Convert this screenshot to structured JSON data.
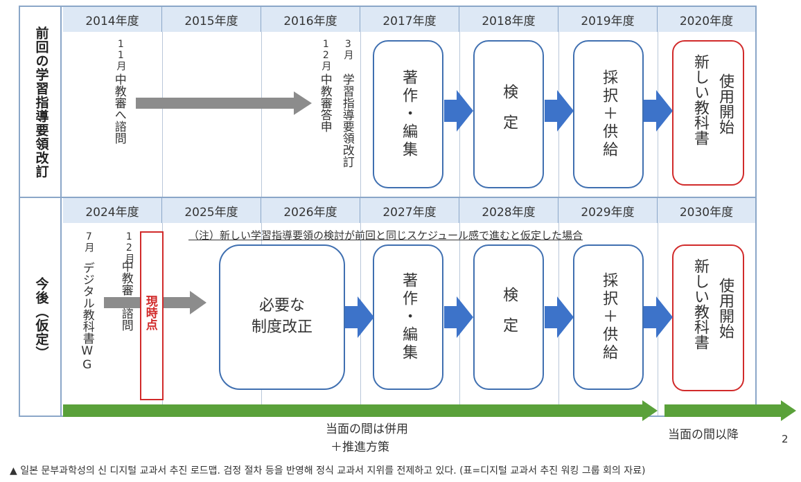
{
  "years_top": [
    "2014年度",
    "2015年度",
    "2016年度",
    "2017年度",
    "2018年度",
    "2019年度",
    "2020年度"
  ],
  "years_bottom": [
    "2024年度",
    "2025年度",
    "2026年度",
    "2027年度",
    "2028年度",
    "2029年度",
    "2030年度"
  ],
  "row_top": {
    "label": "前回の学習指導要領改訂",
    "m2014": "11月",
    "e2014": "中教審へ諮問",
    "m2016a": "12月",
    "e2016a": "中教審答申",
    "m2016b": "3月",
    "e2016b": "学習指導要領改訂",
    "b2017": "著作・編集",
    "b2018": "検定",
    "b2019": "採択＋供給",
    "b2020a": "新しい教科書",
    "b2020b": "使用開始"
  },
  "row_bottom": {
    "label": "今後（仮定）",
    "note": "（注）新しい学習指導要領の検討が前回と同じスケジュール感で進むと仮定した場合",
    "m2024a": "7月",
    "e2024a": "デジタル教科書WG",
    "m2024b": "12月",
    "e2024b": "中教審へ諮問",
    "now": "現時点",
    "b2026a": "必要な",
    "b2026b": "制度改正",
    "b2027": "著作・編集",
    "b2028": "検定",
    "b2029": "採択＋供給",
    "b2030a": "新しい教科書",
    "b2030b": "使用開始"
  },
  "green_left_a": "当面の間は併用",
  "green_left_b": "＋推進方策",
  "green_right": "当面の間以降",
  "page_number": "2",
  "caption": "▲ 일본 문부과학성의 신 디지털 교과서 추진 로드맵. 검정 절차 등을 반영해  정식 교과서 지위를 전제하고 있다. (표=디지털 교과서 추진 워킹 그룹 회의 자료)",
  "colors": {
    "blue_box": "#3f6fb0",
    "blue_arrow": "#3d73c9",
    "red": "#d12a2a",
    "green": "#5aa13a",
    "gray_arrow": "#8c8c8c",
    "header_bg": "#dde8f5"
  }
}
